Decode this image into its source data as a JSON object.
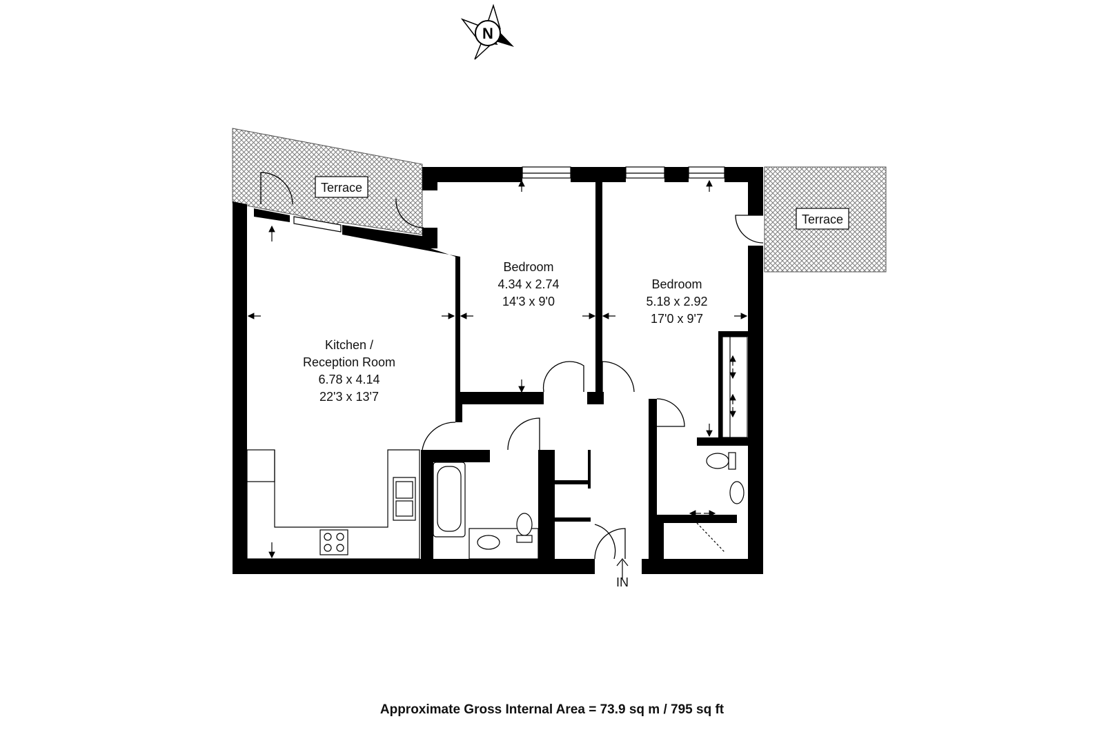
{
  "compass": {
    "letter": "N",
    "icon": "north-compass-icon"
  },
  "rooms": {
    "kitchen": {
      "name_line1": "Kitchen /",
      "name_line2": "Reception Room",
      "metric": "6.78 x 4.14",
      "imperial": "22'3 x 13'7"
    },
    "bedroom1": {
      "name": "Bedroom",
      "metric": "4.34 x 2.74",
      "imperial": "14'3 x 9'0"
    },
    "bedroom2": {
      "name": "Bedroom",
      "metric": "5.18 x 2.92",
      "imperial": "17'0 x 9'7"
    },
    "terrace_left": {
      "name": "Terrace"
    },
    "terrace_right": {
      "name": "Terrace"
    }
  },
  "entrance": {
    "label": "IN"
  },
  "footer": {
    "area": "Approximate Gross Internal Area = 73.9 sq m / 795 sq ft"
  },
  "colors": {
    "wall": "#000000",
    "terrace_hatch": "#7a7a7a",
    "background": "#ffffff"
  }
}
